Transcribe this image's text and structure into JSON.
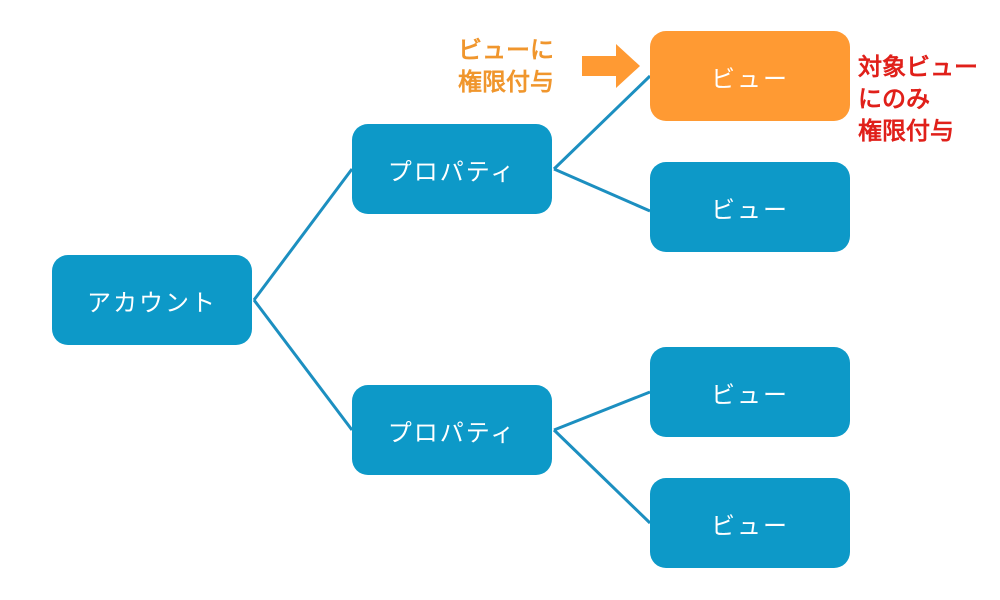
{
  "colors": {
    "node": "#0d99c8",
    "highlight": "#ff9a33",
    "line": "#1c8fc0",
    "left_note": "#f0962d",
    "right_note": "#e0201a"
  },
  "nodes": {
    "account": "アカウント",
    "property_1": "プロパティ",
    "property_2": "プロパティ",
    "view_1": "ビュー",
    "view_2": "ビュー",
    "view_3": "ビュー",
    "view_4": "ビュー"
  },
  "annotations": {
    "left": "ビューに\n権限付与",
    "right": "対象ビュー\nにのみ\n権限付与"
  },
  "icons": {
    "pointer": "right-arrow-icon"
  }
}
